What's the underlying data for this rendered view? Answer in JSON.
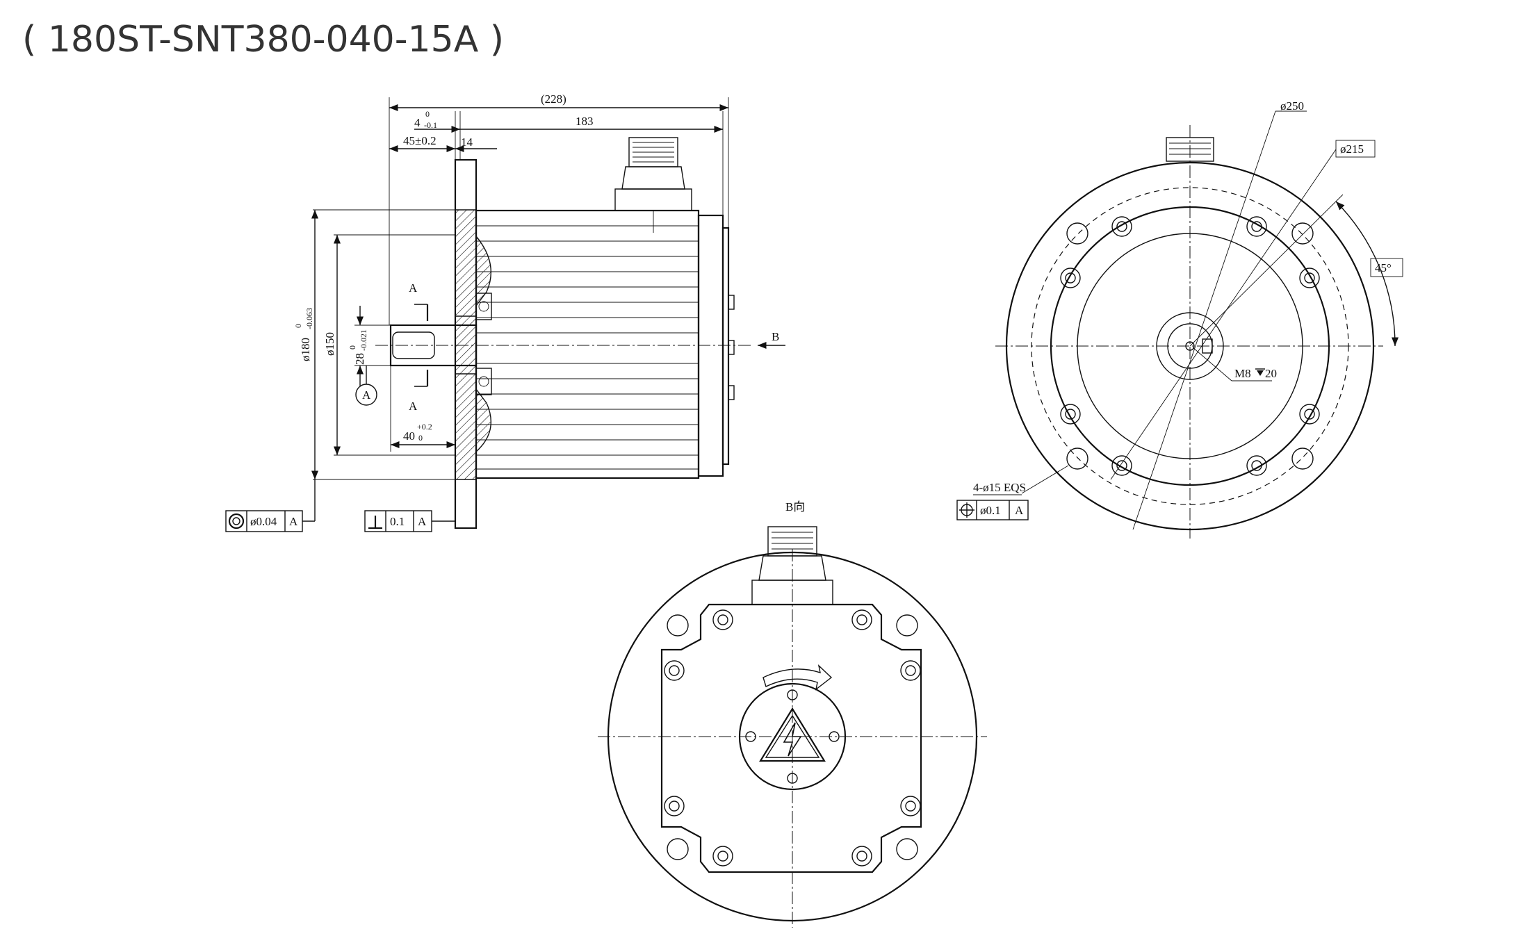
{
  "title": "( 180ST-SNT380-040-15A )",
  "side_view": {
    "dim_overall": "(228)",
    "dim_body": "183",
    "dim_flange_offset": "4",
    "dim_flange_offset_tol_upper": "0",
    "dim_flange_offset_tol_lower": "-0.1",
    "dim_flange_to_face": "45±0.2",
    "dim_flange_thickness": "14",
    "dim_spigot_dia": "ø180",
    "dim_spigot_tol_upper": "0",
    "dim_spigot_tol_lower": "-0.063",
    "dim_shaft_pitch_dia": "ø150",
    "dim_shaft_dia": "28",
    "dim_shaft_tol_upper": "0",
    "dim_shaft_tol_lower": "-0.021",
    "dim_shaft_length": "40",
    "dim_shaft_length_tol_upper": "+0.2",
    "dim_shaft_length_tol_lower": "0",
    "section_label_top": "A",
    "section_label_bottom": "A",
    "datum_bubble": "A",
    "view_arrow_label": "B",
    "concentricity_tol": "ø0.04",
    "concentricity_datum": "A",
    "perpendicularity_tol": "0.1",
    "perpendicularity_datum": "A"
  },
  "front_view": {
    "dim_outer_dia": "ø250",
    "dim_pcd": "ø215",
    "dim_angle": "45°",
    "dim_thread": "M8",
    "dim_thread_depth": "20",
    "dim_holes": "4-ø15 EQS",
    "position_tol": "ø0.1",
    "position_datum": "A"
  },
  "rear_view": {
    "label": "B向"
  }
}
